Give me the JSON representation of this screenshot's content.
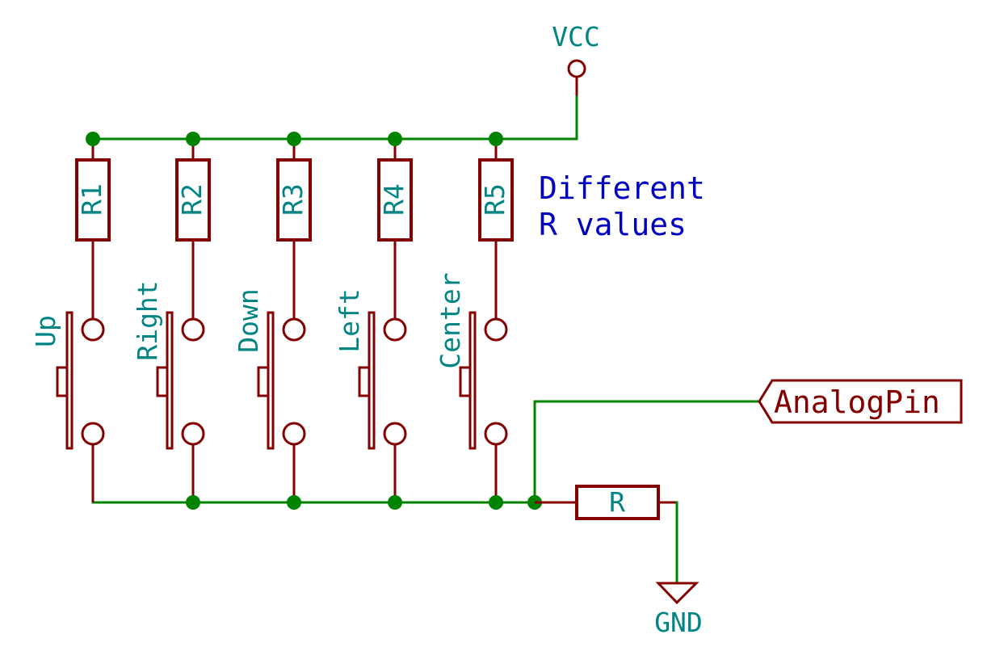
{
  "power": {
    "vcc": "VCC",
    "gnd": "GND"
  },
  "resistors": [
    "R1",
    "R2",
    "R3",
    "R4",
    "R5"
  ],
  "switches": [
    "Up",
    "Right",
    "Down",
    "Left",
    "Center"
  ],
  "pulldown": "R",
  "note": {
    "line1": "Different",
    "line2": "R values"
  },
  "label": "AnalogPin",
  "colors": {
    "wire": "#008400",
    "component": "#840000",
    "ref": "#008484",
    "note": "#0000c2"
  }
}
